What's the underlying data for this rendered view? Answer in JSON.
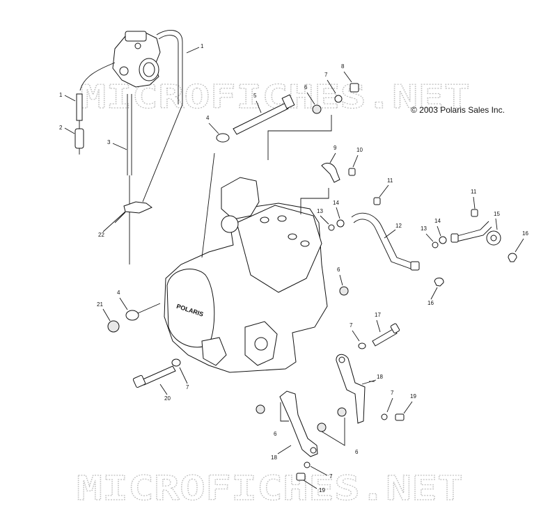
{
  "copyright": "© 2003 Polaris Sales Inc.",
  "watermark": "MICROFICHES.NET",
  "engine_logo": "POLARIS",
  "callouts": [
    {
      "id": "c1a",
      "label": "1"
    },
    {
      "id": "c1b",
      "label": "1"
    },
    {
      "id": "c2",
      "label": "2"
    },
    {
      "id": "c3",
      "label": "3"
    },
    {
      "id": "c4a",
      "label": "4"
    },
    {
      "id": "c4b",
      "label": "4"
    },
    {
      "id": "c5",
      "label": "5"
    },
    {
      "id": "c6a",
      "label": "6"
    },
    {
      "id": "c6b",
      "label": "6"
    },
    {
      "id": "c6c",
      "label": "6"
    },
    {
      "id": "c6d",
      "label": "6"
    },
    {
      "id": "c7a",
      "label": "7"
    },
    {
      "id": "c7b",
      "label": "7"
    },
    {
      "id": "c7c",
      "label": "7"
    },
    {
      "id": "c7d",
      "label": "7"
    },
    {
      "id": "c7e",
      "label": "7"
    },
    {
      "id": "c8",
      "label": "8"
    },
    {
      "id": "c9",
      "label": "9"
    },
    {
      "id": "c10",
      "label": "10"
    },
    {
      "id": "c11a",
      "label": "11"
    },
    {
      "id": "c11b",
      "label": "11"
    },
    {
      "id": "c12",
      "label": "12"
    },
    {
      "id": "c13a",
      "label": "13"
    },
    {
      "id": "c13b",
      "label": "13"
    },
    {
      "id": "c14a",
      "label": "14"
    },
    {
      "id": "c14b",
      "label": "14"
    },
    {
      "id": "c15",
      "label": "15"
    },
    {
      "id": "c16a",
      "label": "16"
    },
    {
      "id": "c16b",
      "label": "16"
    },
    {
      "id": "c17",
      "label": "17"
    },
    {
      "id": "c18a",
      "label": "18"
    },
    {
      "id": "c18b",
      "label": "18"
    },
    {
      "id": "c19a",
      "label": "19"
    },
    {
      "id": "c19b",
      "label": "19"
    },
    {
      "id": "c20",
      "label": "20"
    },
    {
      "id": "c21",
      "label": "21"
    },
    {
      "id": "c22",
      "label": "22"
    }
  ]
}
